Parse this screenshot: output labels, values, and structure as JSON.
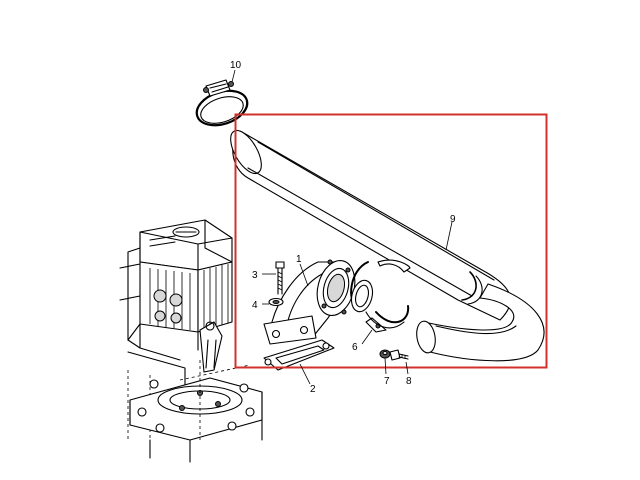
{
  "highlight_color": "#d2312b",
  "callouts": {
    "c1": "1",
    "c2": "2",
    "c3": "3",
    "c4": "4",
    "c6": "6",
    "c7": "7",
    "c8": "8",
    "c9": "9",
    "c10": "10"
  }
}
